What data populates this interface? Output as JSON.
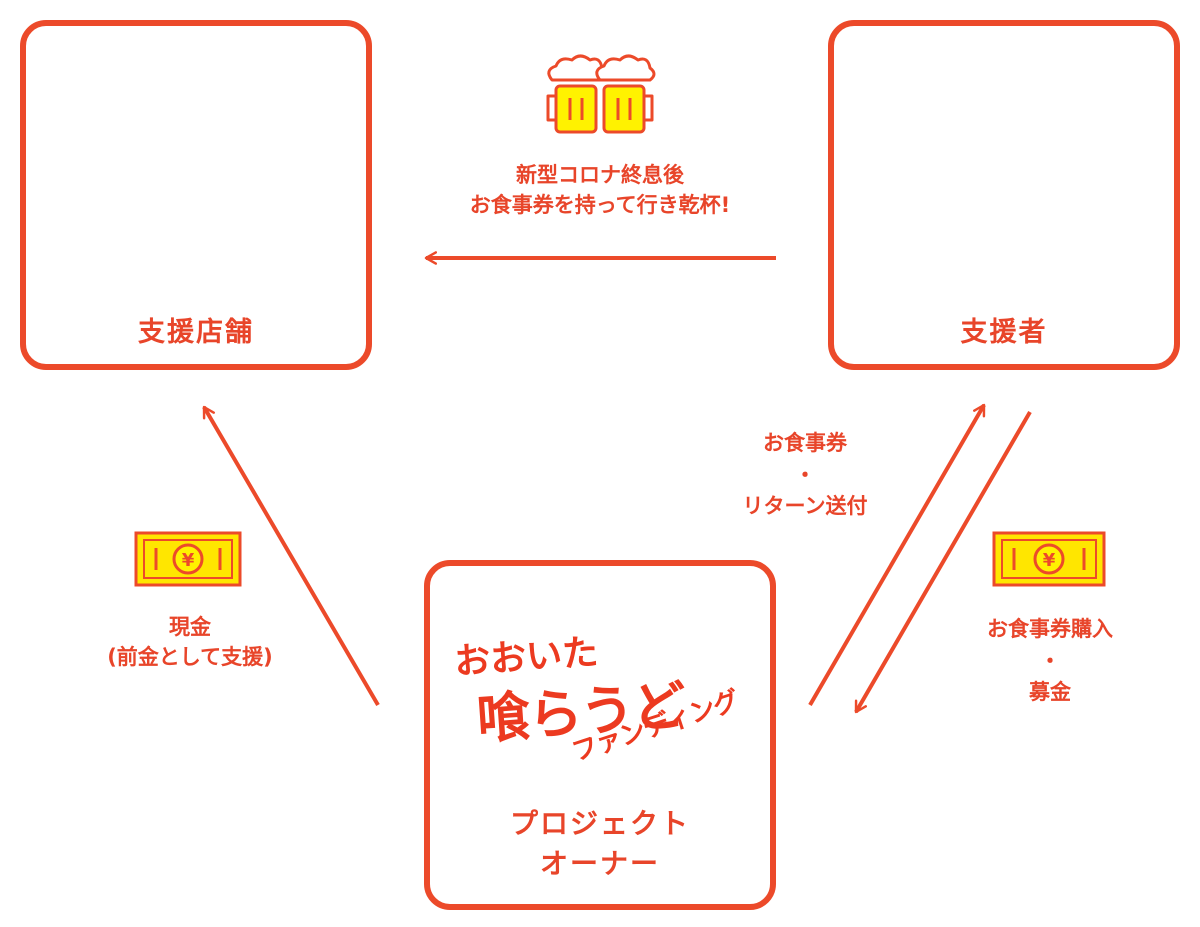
{
  "boxes": {
    "shop": {
      "label": "支援店舗"
    },
    "supporter": {
      "label": "支援者"
    },
    "owner": {
      "label_line1": "プロジェクト",
      "label_line2": "オーナー"
    }
  },
  "logo": {
    "line1": "おおいた",
    "line2": "喰らうど",
    "line3": "ファンディング"
  },
  "flows": {
    "top": {
      "line1": "新型コロナ終息後",
      "line2": "お食事券を持って行き乾杯!"
    },
    "left": {
      "line1": "現金",
      "line2": "(前金として支援)"
    },
    "right_up": {
      "line1": "お食事券",
      "line2": "・",
      "line3": "リターン送付"
    },
    "right_down": {
      "line1": "お食事券購入",
      "line2": "・",
      "line3": "募金"
    }
  },
  "colors": {
    "accent": "#ec4a2a",
    "ticket_yellow": "#ffe600",
    "beer_yellow": "#fff200"
  },
  "icons": {
    "beer": "beer-mugs-icon",
    "ticket": "yen-meal-ticket-icon",
    "shop_people": "shop-staff-icon",
    "supporters": "supporters-icon"
  }
}
